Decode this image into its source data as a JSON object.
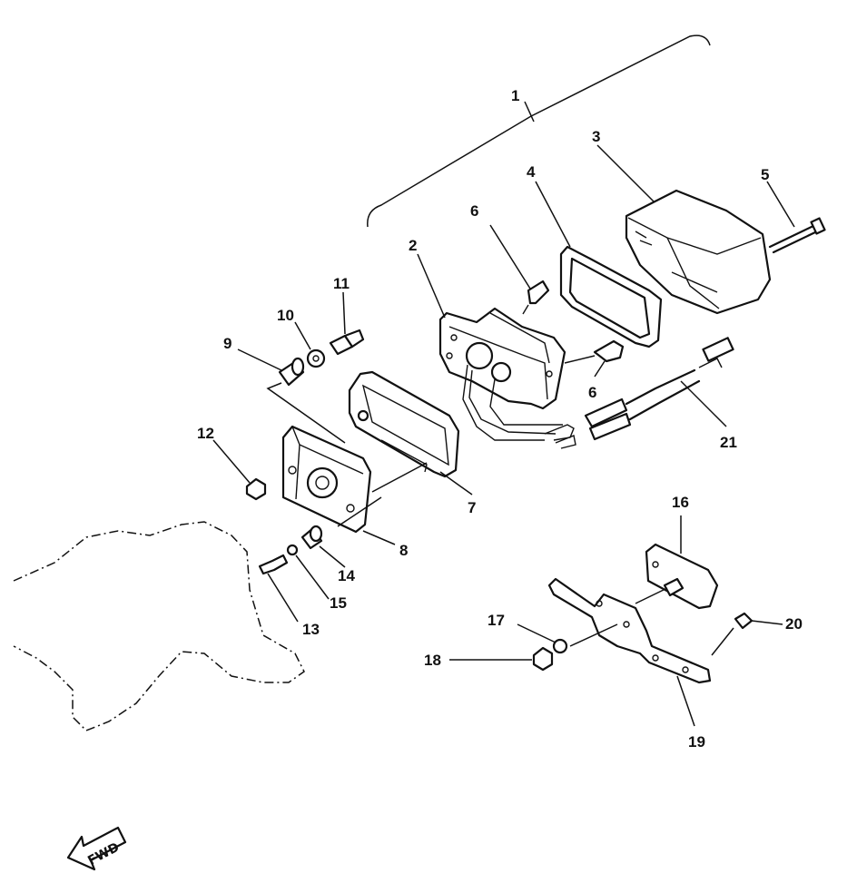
{
  "diagram": {
    "fwd_label": "FWD",
    "callouts": [
      {
        "id": "1",
        "label": "1"
      },
      {
        "id": "2",
        "label": "2"
      },
      {
        "id": "3",
        "label": "3"
      },
      {
        "id": "4",
        "label": "4"
      },
      {
        "id": "5",
        "label": "5"
      },
      {
        "id": "6a",
        "label": "6"
      },
      {
        "id": "6b",
        "label": "6"
      },
      {
        "id": "7",
        "label": "7"
      },
      {
        "id": "8",
        "label": "8"
      },
      {
        "id": "9",
        "label": "9"
      },
      {
        "id": "10",
        "label": "10"
      },
      {
        "id": "11",
        "label": "11"
      },
      {
        "id": "12",
        "label": "12"
      },
      {
        "id": "13",
        "label": "13"
      },
      {
        "id": "14",
        "label": "14"
      },
      {
        "id": "15",
        "label": "15"
      },
      {
        "id": "16",
        "label": "16"
      },
      {
        "id": "17",
        "label": "17"
      },
      {
        "id": "18",
        "label": "18"
      },
      {
        "id": "19",
        "label": "19"
      },
      {
        "id": "20",
        "label": "20"
      },
      {
        "id": "21",
        "label": "21"
      }
    ]
  }
}
